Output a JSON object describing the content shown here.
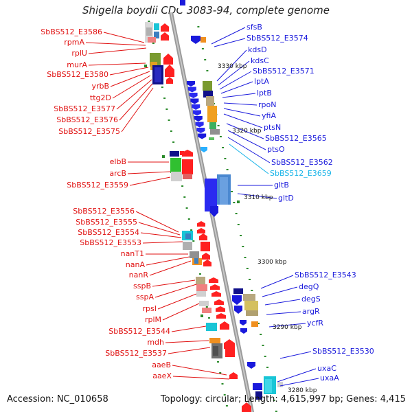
{
  "header": {
    "title": "Shigella boydii CDC 3083-94, complete genome"
  },
  "footer": {
    "accession": "Accession: NC_010658",
    "summary": "Topology: circular; Length: 4,615,997 bp; Genes: 4,415"
  },
  "colors": {
    "left_labels": "#e01010",
    "right_labels": "#1a1adc",
    "highlight_label": "#18b4e8",
    "backbone": "#9a9a9a"
  },
  "scale_labels": [
    "3330 kbp",
    "3320 kbp",
    "3310 kbp",
    "3300 kbp",
    "3290 kbp",
    "3280 kbp"
  ],
  "left_labels": [
    "SbBS512_E3586",
    "rpmA",
    "rplU",
    "murA",
    "SbBS512_E3580",
    "yrbB",
    "ttg2D",
    "SbBS512_E3577",
    "SbBS512_E3576",
    "SbBS512_E3575",
    "elbB",
    "arcB",
    "SbBS512_E3559",
    "SbBS512_E3556",
    "SbBS512_E3555",
    "SbBS512_E3554",
    "SbBS512_E3553",
    "nanT1",
    "nanA",
    "nanR",
    "sspB",
    "sspA",
    "rpsI",
    "rplM",
    "SbBS512_E3544",
    "mdh",
    "SbBS512_E3537",
    "aaeB",
    "aaeX"
  ],
  "right_labels": [
    "sfsB",
    "SbBS512_E3574",
    "kdsD",
    "kdsC",
    "SbBS512_E3571",
    "lptA",
    "lptB",
    "rpoN",
    "yfiA",
    "ptsN",
    "SbBS512_E3565",
    "ptsO",
    "SbBS512_E3562",
    "SbBS512_E3659",
    "gltB",
    "gltD",
    "SbBS512_E3543",
    "degQ",
    "degS",
    "argR",
    "ycfR",
    "SbBS512_E3530",
    "uxaC",
    "uxaA"
  ]
}
